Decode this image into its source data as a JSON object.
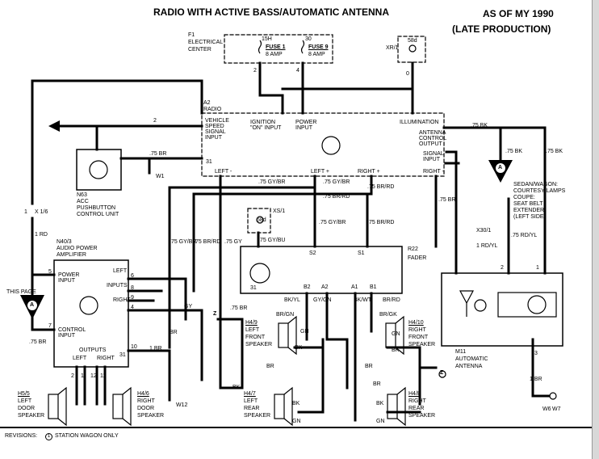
{
  "title": "RADIO WITH ACTIVE BASS/AUTOMATIC ANTENNA",
  "as_of": "AS OF MY 1990",
  "production": "(LATE PRODUCTION)",
  "f1": {
    "id": "F1",
    "name1": "ELECTRICAL",
    "name2": "CENTER",
    "fuse1": "FUSE 1",
    "fuse1_amp": "8 AMP",
    "fuse1_pin": "15H",
    "fuse9": "FUSE 9",
    "fuse9_amp": "8 AMP",
    "fuse9_pin": "30"
  },
  "xr1": {
    "id": "XR/1",
    "pin": "58d"
  },
  "a2": {
    "id": "A2",
    "name": "RADIO",
    "vss": [
      "VEHICLE",
      "SPEED",
      "SIGNAL",
      "INPUT"
    ],
    "ign": [
      "IGNITION",
      "\"ON\" INPUT"
    ],
    "pwr": [
      "POWER",
      "INPUT"
    ],
    "illum": "ILLUMINATION",
    "ant": [
      "ANTENNA",
      "CONTROL",
      "OUTPUT"
    ],
    "sig": [
      "SIGNAL",
      "INPUT"
    ],
    "p31": "31",
    "left_neg": "LEFT -",
    "left_pos": "LEFT +",
    "right_pos": "RIGHT +",
    "right_neg": "RIGHT -"
  },
  "n63": {
    "id": "N63",
    "name1": "ACC",
    "name2": "PUSHBUTTON",
    "name3": "CONTROL UNIT"
  },
  "n40": {
    "id": "N40/3",
    "name1": "AUDIO POWER",
    "name2": "AMPLIFIER",
    "power_input": [
      "POWER",
      "INPUT"
    ],
    "control_input": [
      "CONTROL",
      "INPUT"
    ],
    "inputs_l": "LEFT",
    "inputs_label": "INPUTS",
    "inputs_r": "RIGHT",
    "outputs": "OUTPUTS",
    "out_left": "LEFT",
    "out_right": "RIGHT"
  },
  "r22": {
    "id": "R22",
    "name": "FADER"
  },
  "xs1": {
    "id": "XS/1",
    "pin": "58d"
  },
  "m11": {
    "id": "M11",
    "name1": "AUTOMATIC",
    "name2": "ANTENNA"
  },
  "x30": {
    "id": "X30/1"
  },
  "h4_7": {
    "id": "H4/7",
    "name1": "LEFT",
    "name2": "REAR",
    "name3": "SPEAKER"
  },
  "h4_8": {
    "id": "H4/8",
    "name1": "RIGHT",
    "name2": "REAR",
    "name3": "SPEAKER"
  },
  "h4_9": {
    "id": "H4/9",
    "name1": "LEFT",
    "name2": "FRONT",
    "name3": "SPEAKER"
  },
  "h4_10": {
    "id": "H4/10",
    "name1": "RIGHT",
    "name2": "FRONT",
    "name3": "SPEAKER"
  },
  "h5_5": {
    "id": "H5/5",
    "name1": "LEFT",
    "name2": "DOOR",
    "name3": "SPEAKER"
  },
  "h4_6": {
    "id": "H4/6",
    "name1": "RIGHT",
    "name2": "DOOR",
    "name3": "SPEAKER"
  },
  "w1": "W1",
  "w6": "W6",
  "w7": "W7",
  "w12": "W12",
  "x16": "X 1/6",
  "this_page": "THIS PAGE",
  "conn_a": "A",
  "conn_z": "Z",
  "sedan": [
    "SEDAN/WAGON:",
    "COURTESY LAMPS",
    "COUPE:",
    "SEAT BELT",
    "EXTENDER",
    "(LEFT SIDE)"
  ],
  "wires": {
    "rd1": "1 RD",
    "br75": ".75 BR",
    "bk75": ".75 BK",
    "gybr75": ".75 GY/BR",
    "brrd75": ".75 BR/RD",
    "gy75": ".75 GY",
    "gybu75": ".75 GY/BU",
    "rdyl75": ".75 RD/YL",
    "rdyl1": "1 RD/YL",
    "br1": "1 BR",
    "gy": "GY",
    "br": "BR",
    "gn": "GN",
    "bk": "BK",
    "bkyl": "BK/YL",
    "gygn": "GY/GN",
    "bkwt": "BK/WT",
    "brrd": "BR/RD",
    "brgn": "BR/GN",
    "brgk": "BR/GK",
    "n2": "2",
    "n4": "4",
    "n0": "0",
    "n1": "1",
    "n3": "3",
    "n5": "5",
    "n6": "6",
    "n7": "7",
    "n8": "8",
    "n9": "9",
    "n10": "10",
    "n11": "11",
    "n12": "12",
    "n31": "31"
  },
  "fader_pins": {
    "s2": "S2",
    "s1": "S1",
    "b2": "B2",
    "a2": "A2",
    "a1": "A1",
    "b1": "B1",
    "p31": "31"
  },
  "revisions": {
    "label": "REVISIONS:",
    "num": "1",
    "text": "STATION WAGON ONLY"
  }
}
